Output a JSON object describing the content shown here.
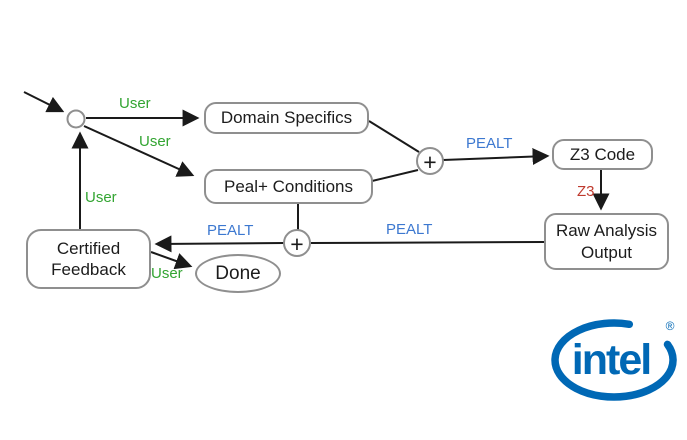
{
  "diagram": {
    "nodes": {
      "domain_specifics": {
        "label": "Domain Specifics"
      },
      "peal_conditions": {
        "label": "Peal+ Conditions"
      },
      "z3_code": {
        "label": "Z3 Code"
      },
      "raw_analysis_output": {
        "line1": "Raw Analysis",
        "line2": "Output"
      },
      "certified_feedback": {
        "line1": "Certified",
        "line2": "Feedback"
      },
      "done": {
        "label": "Done"
      },
      "junction_symbol": "+"
    },
    "edge_labels": {
      "user_to_domain": "User",
      "user_to_peal": "User",
      "user_from_feedback": "User",
      "user_to_done": "User",
      "pealt_to_z3": "PEALT",
      "pealt_from_raw": "PEALT",
      "pealt_to_feedback": "PEALT",
      "z3_to_raw": "Z3"
    },
    "colors": {
      "user_label": "#33a532",
      "pealt_label": "#3c78d0",
      "z3_label": "#bf3a2e",
      "line": "#1a1a1a",
      "node_border": "#8f8f8f"
    }
  },
  "logo": {
    "text": "intel",
    "registered_mark": "®",
    "color": "#0068b5"
  }
}
